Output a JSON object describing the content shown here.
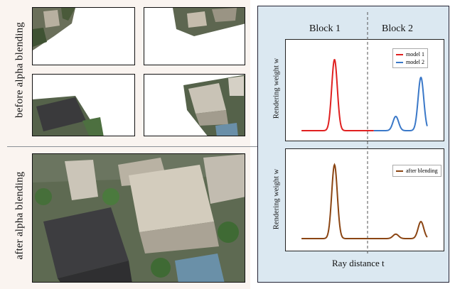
{
  "labels": {
    "before": "before alpha blending",
    "after": "after alpha blending"
  },
  "top_chart": {
    "block1": "Block 1",
    "block2": "Block 2",
    "ylabel": "Rendering weight w",
    "legend": [
      {
        "name": "model 1",
        "color": "#e02020"
      },
      {
        "name": "model 2",
        "color": "#3a78c8"
      }
    ]
  },
  "bottom_chart": {
    "ylabel": "Rendering weight w",
    "xlabel": "Ray distance t",
    "legend": [
      {
        "name": "after blending",
        "color": "#8b4513"
      }
    ]
  },
  "chart_data": [
    {
      "type": "line",
      "title": "",
      "series": [
        {
          "name": "model 1",
          "peaks": [
            {
              "t": 0.31,
              "w": 1.0
            }
          ]
        },
        {
          "name": "model 2",
          "peaks": [
            {
              "t": 0.7,
              "w": 0.2
            },
            {
              "t": 0.86,
              "w": 0.75
            }
          ]
        }
      ],
      "regions": [
        "Block 1",
        "Block 2"
      ],
      "ylabel": "Rendering weight w"
    },
    {
      "type": "line",
      "title": "",
      "series": [
        {
          "name": "after blending",
          "peaks": [
            {
              "t": 0.31,
              "w": 1.0
            },
            {
              "t": 0.7,
              "w": 0.06
            },
            {
              "t": 0.86,
              "w": 0.23
            }
          ]
        }
      ],
      "xlabel": "Ray distance t",
      "ylabel": "Rendering weight w"
    }
  ],
  "colors": {
    "panel_bg": "#dbe8f1",
    "left_bg": "#faf4f0",
    "model1": "#e02020",
    "model2": "#3a78c8",
    "blended": "#8b4513"
  }
}
